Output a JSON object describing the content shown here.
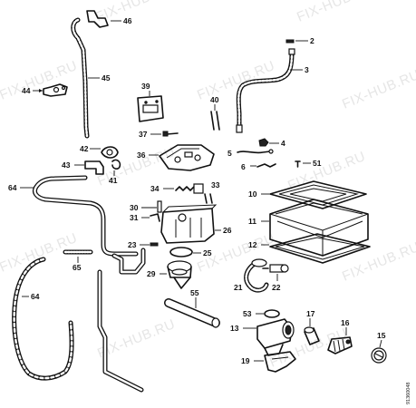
{
  "watermark": "FIX-HUB.RU",
  "doc_code": "91360048",
  "labels": {
    "l2": "2",
    "l3": "3",
    "l4": "4",
    "l5": "5",
    "l6": "6",
    "l10": "10",
    "l11": "11",
    "l12": "12",
    "l13": "13",
    "l15": "15",
    "l16": "16",
    "l17": "17",
    "l19": "19",
    "l21": "21",
    "l22": "22",
    "l23": "23",
    "l25": "25",
    "l26": "26",
    "l29": "29",
    "l30": "30",
    "l31": "31",
    "l33": "33",
    "l34": "34",
    "l36": "36",
    "l37": "37",
    "l39": "39",
    "l40": "40",
    "l41": "41",
    "l42": "42",
    "l43": "43",
    "l44": "44",
    "l45": "45",
    "l46": "46",
    "l51": "51",
    "l53": "53",
    "l55": "55",
    "l64a": "64",
    "l64b": "64",
    "l65": "65"
  }
}
